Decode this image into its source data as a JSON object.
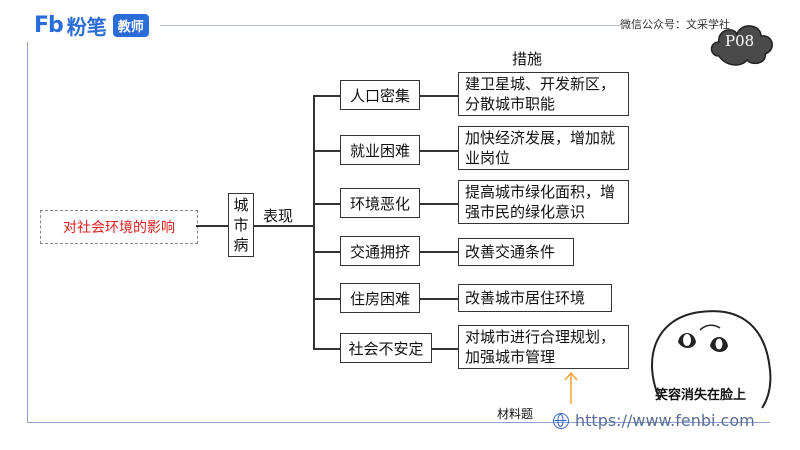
{
  "header": {
    "logo_mark": "Fb",
    "logo_name": "粉笔",
    "logo_tag": "教师",
    "wechat": "微信公众号：文采学社",
    "page_label": "P08"
  },
  "diagram": {
    "root": "对社会环境的影响",
    "city_disease": "城市病",
    "manifestation_label": "表现",
    "measures_label": "措施",
    "rows": [
      {
        "problem": "人口密集",
        "measure": "建卫星城、开发新区，分散城市职能"
      },
      {
        "problem": "就业困难",
        "measure": "加快经济发展，增加就业岗位"
      },
      {
        "problem": "环境恶化",
        "measure": "提高城市绿化面积，增强市民的绿化意识"
      },
      {
        "problem": "交通拥挤",
        "measure": "改善交通条件"
      },
      {
        "problem": "住房困难",
        "measure": "改善城市居住环境"
      },
      {
        "problem": "社会不安定",
        "measure": "对城市进行合理规划，加强城市管理"
      }
    ]
  },
  "footer": {
    "material_label": "材料题",
    "url": "https://www.fenbi.com"
  },
  "sticker": {
    "caption": "笑容消失在脸上"
  },
  "colors": {
    "brand_blue": "#2b6cd9",
    "root_text": "#e0201f",
    "frame": "#8ca3cf",
    "arrow": "#f0a33a"
  }
}
